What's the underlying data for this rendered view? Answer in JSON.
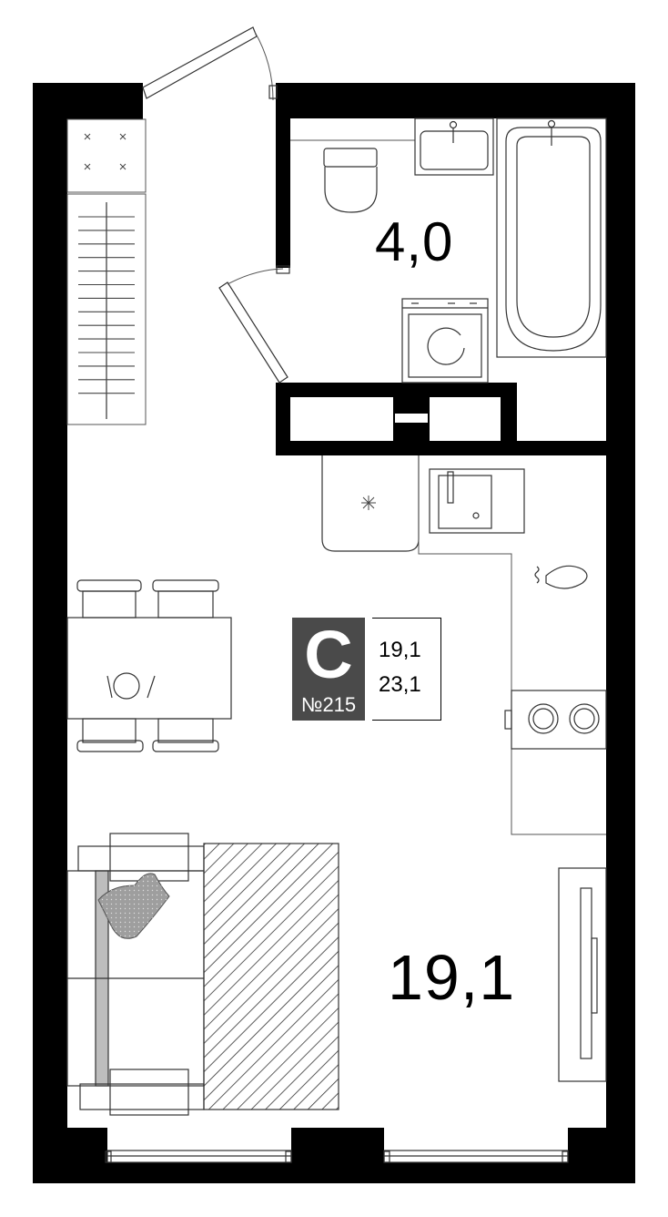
{
  "plan": {
    "apartment_type_letter": "С",
    "apartment_number": "№215",
    "living_area": "19,1",
    "total_area": "23,1"
  },
  "rooms": [
    {
      "id": "bathroom",
      "area": "4,0"
    },
    {
      "id": "main-room",
      "area": "19,1"
    }
  ],
  "colors": {
    "walls": "#000000",
    "badge": "#4a4a4a",
    "badge_text": "#ffffff",
    "bed_cover_hatch": "#333333",
    "pillow": "#9e9e9e",
    "background": "#ffffff"
  },
  "icons": [
    "stove-burner-icon",
    "washing-machine-icon",
    "toilet-icon",
    "bathtub-icon",
    "sink-icon",
    "faucet-icon",
    "fridge-icon",
    "radiator-icon",
    "door-icon",
    "window-icon",
    "dining-table-icon",
    "chair-icon",
    "bed-icon",
    "wardrobe-icon"
  ]
}
